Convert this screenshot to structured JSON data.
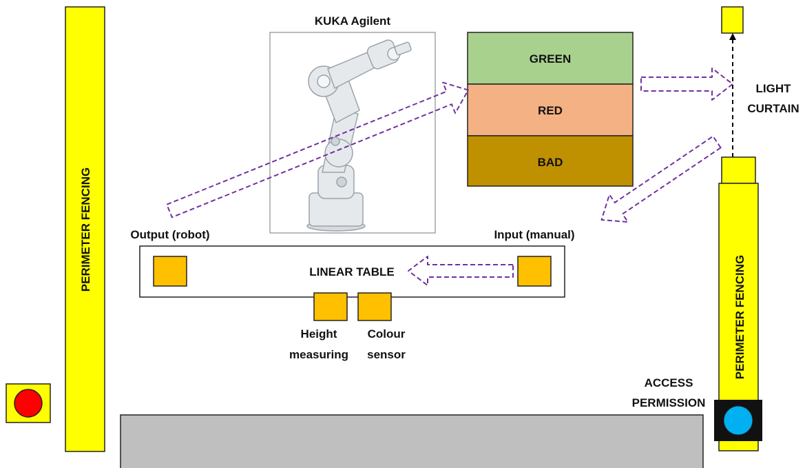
{
  "robot": {
    "title": "KUKA Agilent"
  },
  "sorting_bins": [
    "GREEN",
    "RED",
    "BAD"
  ],
  "light_curtain": {
    "line1": "LIGHT",
    "line2": "CURTAIN"
  },
  "fencing": {
    "left": "PERIMETER FENCING",
    "right": "PERIMETER FENCING"
  },
  "table": {
    "title": "LINEAR TABLE",
    "output_label": "Output (robot)",
    "input_label": "Input (manual)"
  },
  "sensors": {
    "height": {
      "line1": "Height",
      "line2": "measuring"
    },
    "colour": {
      "line1": "Colour",
      "line2": "sensor"
    }
  },
  "access": {
    "line1": "ACCESS",
    "line2": "PERMISSION"
  },
  "colors": {
    "fence_yellow": "#ffff00",
    "part_orange": "#ffc000",
    "bin_green": "#a9d18e",
    "bin_red": "#f4b183",
    "bin_bad": "#bf9000",
    "arrow_purple": "#7030a0",
    "emergency_red": "#ff0000",
    "access_blue": "#00b0f0",
    "floor_grey": "#bfbfbf"
  }
}
